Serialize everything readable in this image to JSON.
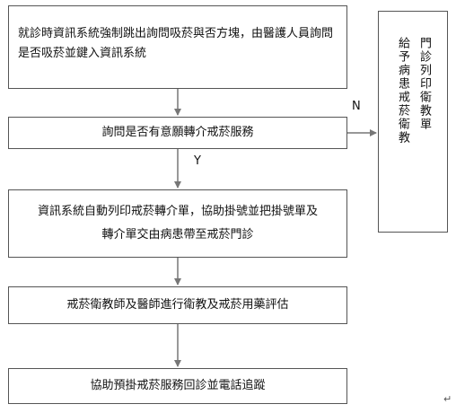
{
  "steps": {
    "s1": "就診時資訊系統強制跳出詢問吸菸與否方塊，由醫護人員詢問是否吸菸並鍵入資訊系統",
    "s2": "詢問是否有意願轉介戒菸服務",
    "s3_line1": "資訊系統自動列印戒菸轉介單，協助掛號並把掛號單及",
    "s3_line2": "轉介單交由病患帶至戒菸門診",
    "s4": "戒菸衛教師及醫師進行衛教及戒菸用藥評估",
    "s5": "協助預掛戒菸服務回診並電話追蹤"
  },
  "side": {
    "col1": "門診列印衛教單",
    "col2": "給予病患戒菸衛教"
  },
  "labels": {
    "no": "N",
    "yes": "Y"
  },
  "colors": {
    "arrow": "#777777",
    "border": "#555555"
  }
}
